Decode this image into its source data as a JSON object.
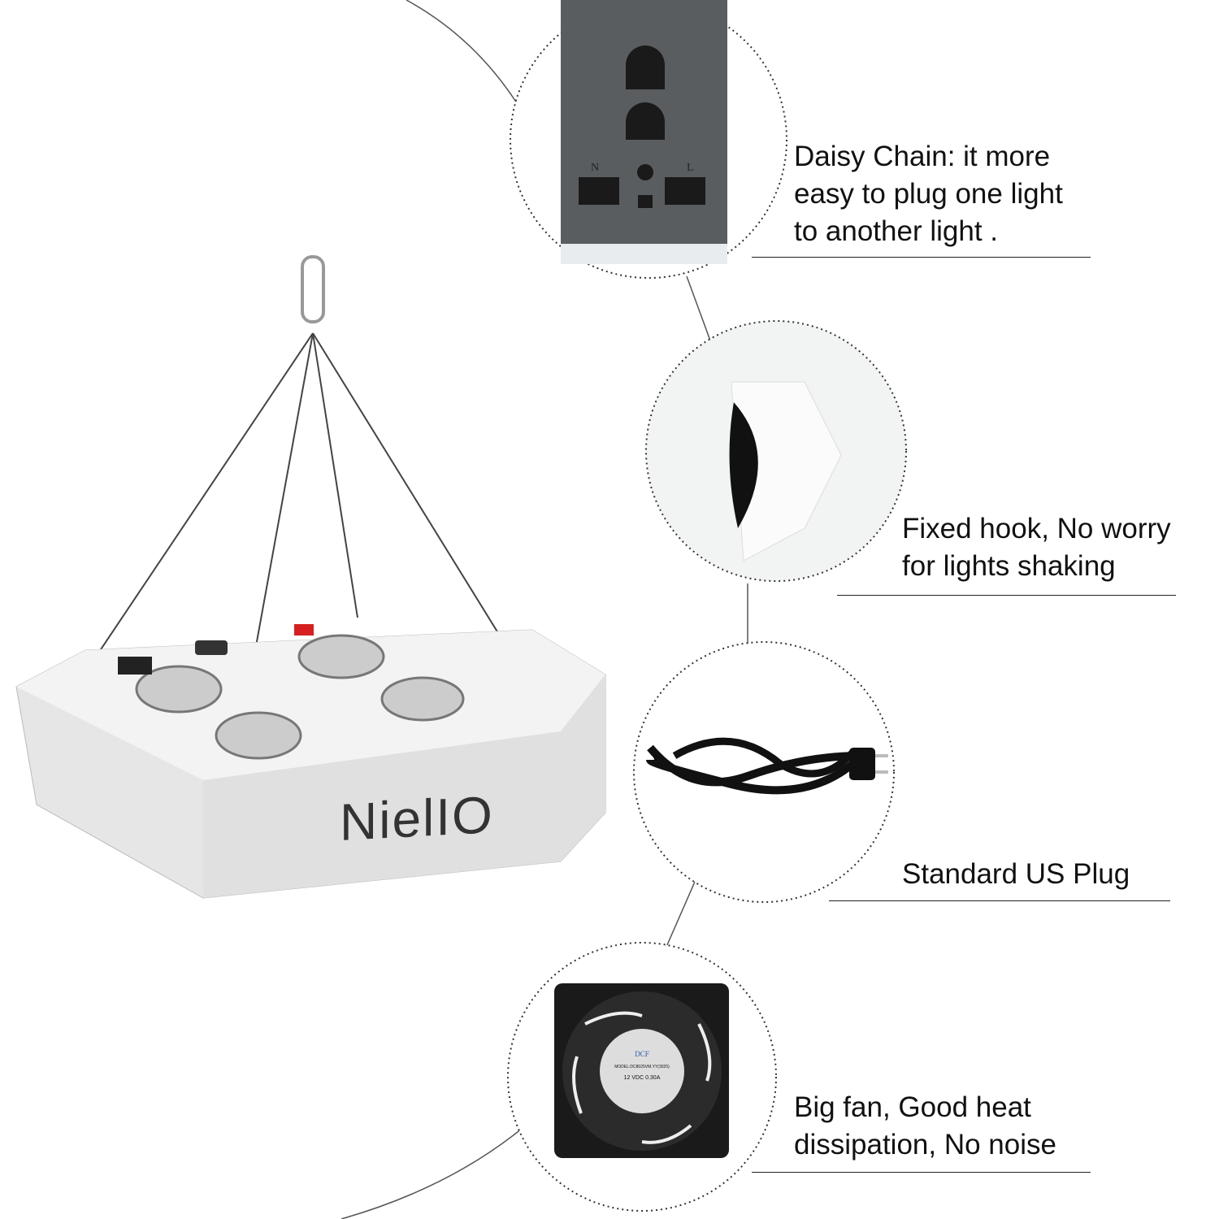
{
  "brand": "NielIO",
  "features": [
    {
      "id": "daisy-chain",
      "lines": [
        "Daisy Chain: it more",
        "easy to plug one light",
        "to another light ."
      ]
    },
    {
      "id": "fixed-hook",
      "lines": [
        "Fixed hook, No worry",
        "for lights shaking"
      ]
    },
    {
      "id": "us-plug",
      "lines": [
        "Standard US Plug"
      ]
    },
    {
      "id": "big-fan",
      "lines": [
        "Big fan, Good heat",
        "dissipation, No noise"
      ]
    }
  ],
  "fan_label": {
    "maker": "DCF",
    "model": "MODEL:DC8025VM.YY(3025)",
    "rating": "12 VDC  0.30A"
  },
  "socket_labels": {
    "n": "N",
    "l": "L"
  },
  "colors": {
    "line": "#444444",
    "panel": "#eeeeee",
    "fan": "#1a1a1a",
    "switch": "#d62020"
  }
}
